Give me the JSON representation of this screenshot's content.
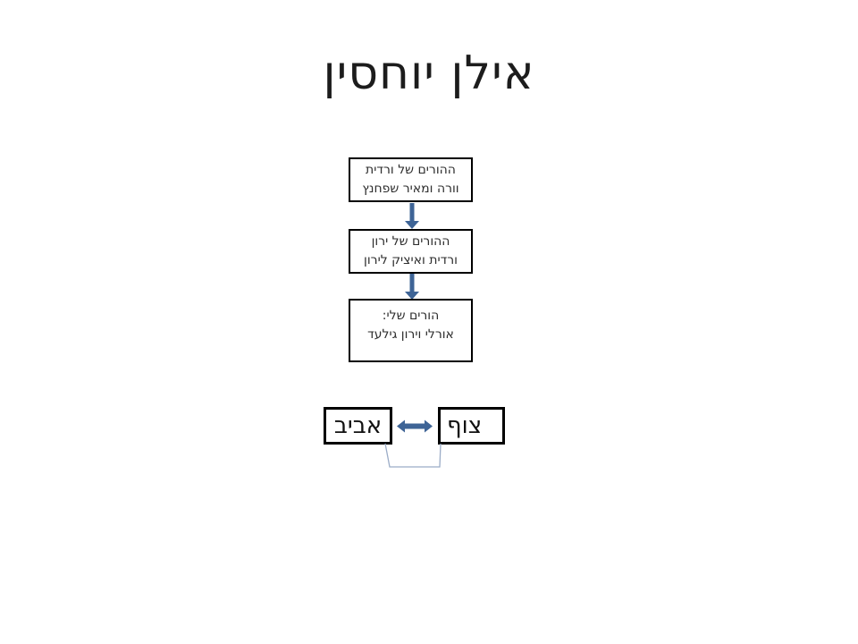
{
  "title": "אילן יוחסין",
  "generations": [
    {
      "lines": [
        "ההורים של ורדית",
        "וורה ומאיר שפחנץ"
      ]
    },
    {
      "lines": [
        "ההורים של ירון",
        "ורדית ואיציק לירון"
      ]
    },
    {
      "lines": [
        "הורים שלי:",
        "אורלי וירון גילעד"
      ]
    }
  ],
  "children": {
    "left": "אביב",
    "right": "צוף"
  },
  "colors": {
    "arrow": "#3e6496",
    "bracket": "#9bacc7",
    "box_border": "#000000",
    "background": "#ffffff"
  }
}
